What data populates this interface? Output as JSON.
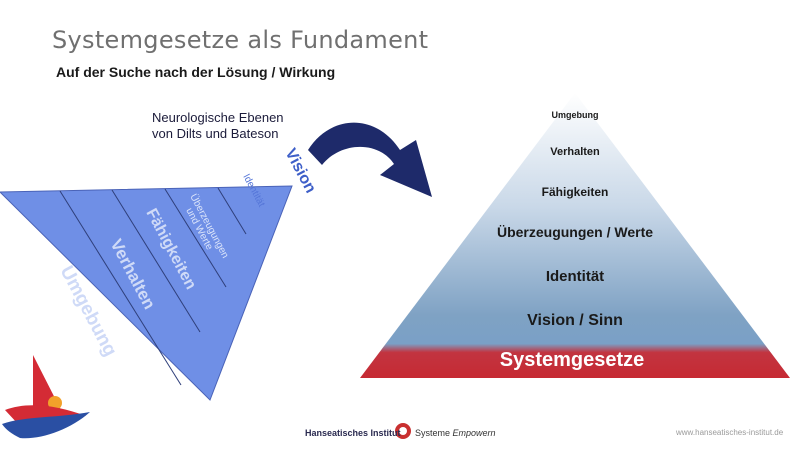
{
  "header": {
    "title": "Systemgesetze als Fundament",
    "subtitle": "Auf der Suche nach der Lösung / Wirkung"
  },
  "left_diagram": {
    "caption_lines": [
      "Neurologische Ebenen",
      "von Dilts und Bateson"
    ],
    "levels": [
      "Umgebung",
      "Verhalten",
      "Fähigkeiten",
      "Überzeugungen",
      "und Werte",
      "Identität",
      "Vision"
    ]
  },
  "pyramid": {
    "levels": [
      "Umgebung",
      "Verhalten",
      "Fähigkeiten",
      "Überzeugungen / Werte",
      "Identität",
      "Vision / Sinn"
    ],
    "base": "Systemgesetze"
  },
  "footer": {
    "institute": "Hanseatisches Institut",
    "systeme": "Systeme",
    "empowern": "Empowern",
    "url": "www.hanseatisches-institut.de"
  },
  "colors": {
    "left_triangle": "#6f8fe6",
    "arrow": "#1e2a6a",
    "pyramid_base": "#c62a33",
    "pyramid_top": "#ffffff",
    "pyramid_mid": "#7da2c4"
  }
}
